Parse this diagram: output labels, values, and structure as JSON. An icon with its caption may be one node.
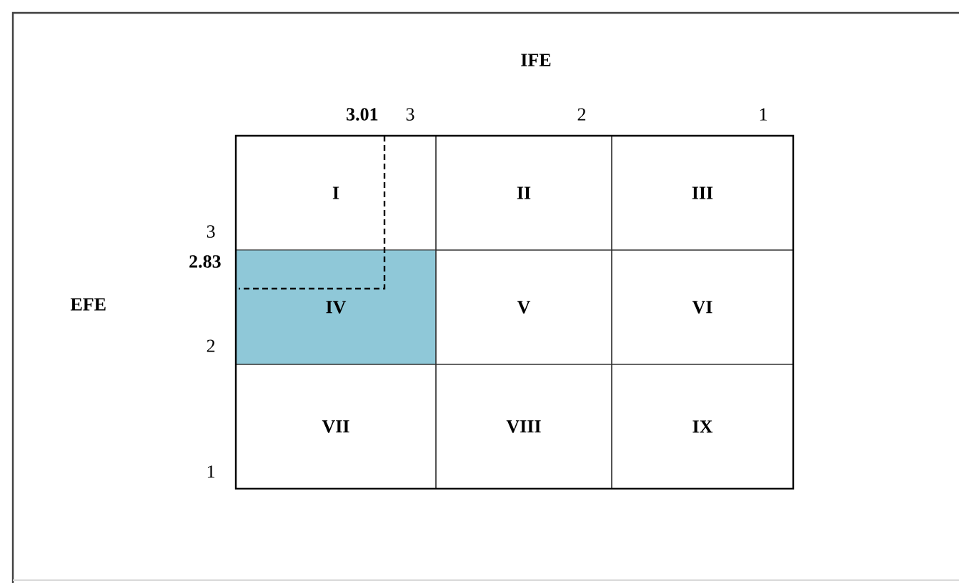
{
  "diagram": {
    "nodes": [
      {
        "text": [
          "I"
        ]
      },
      {
        "text": [
          "II"
        ]
      },
      {
        "text": [
          "III"
        ]
      },
      {
        "text": [
          "IV"
        ]
      },
      {
        "text": [
          "V"
        ]
      },
      {
        "text": [
          "VI"
        ]
      },
      {
        "text": [
          "VII"
        ]
      },
      {
        "text": [
          "VIII"
        ]
      },
      {
        "text": [
          "IX"
        ]
      }
    ],
    "labels": [
      "IFE",
      "3.01",
      "3",
      "2",
      "1",
      "3",
      "2.83",
      "EFE",
      "2",
      "1"
    ]
  }
}
